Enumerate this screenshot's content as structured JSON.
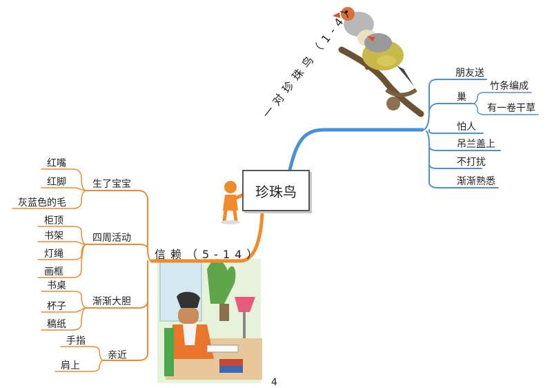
{
  "center": {
    "label": "珍珠鸟"
  },
  "branches": {
    "top": {
      "label": "一对珍珠鸟（1-4）",
      "color": "#4a90d9",
      "items": [
        "朋友送",
        "巢",
        "竹条编成",
        "有一卷干草",
        "怕人",
        "吊兰盖上",
        "不打扰",
        "渐渐熟悉"
      ]
    },
    "bottom": {
      "label": "信赖（5-14）",
      "color": "#f08a2a",
      "groups": [
        {
          "label": "生了宝宝",
          "items": [
            "红嘴",
            "红脚",
            "灰蓝色的毛"
          ]
        },
        {
          "label": "四周活动",
          "items": [
            "柜顶",
            "书架",
            "灯绳",
            "画框"
          ]
        },
        {
          "label": "渐渐大胆",
          "items": [
            "书桌",
            "杯子",
            "稿纸"
          ]
        },
        {
          "label": "亲近",
          "items": [
            "手指",
            "肩上"
          ]
        }
      ]
    }
  },
  "page_number": "4",
  "icons": {
    "bird": "bird-illustration",
    "presenter": "presenter-figure-icon",
    "writer": "writer-at-desk-illustration"
  }
}
